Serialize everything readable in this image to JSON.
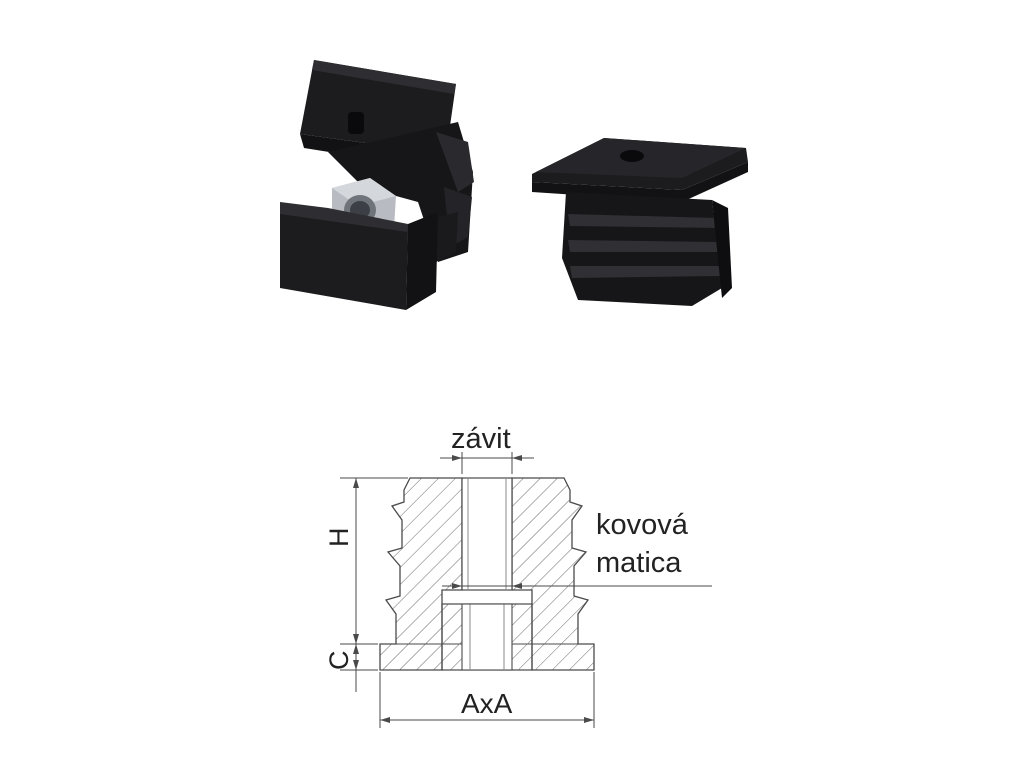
{
  "photos": {
    "open_insert": "plug-insert-open-with-nut-icon",
    "closed_insert": "plug-insert-closed-icon"
  },
  "drawing": {
    "label_thread": "závit",
    "label_metal_nut_line1": "kovová",
    "label_metal_nut_line2": "matica",
    "dim_height": "H",
    "dim_collar": "C",
    "dim_size": "AxA"
  },
  "colors": {
    "plastic": "#1c1c1e",
    "plastic_highlight": "#3a3a3e",
    "metal_nut": "#b8bcc2",
    "line": "#4a4a4a"
  }
}
